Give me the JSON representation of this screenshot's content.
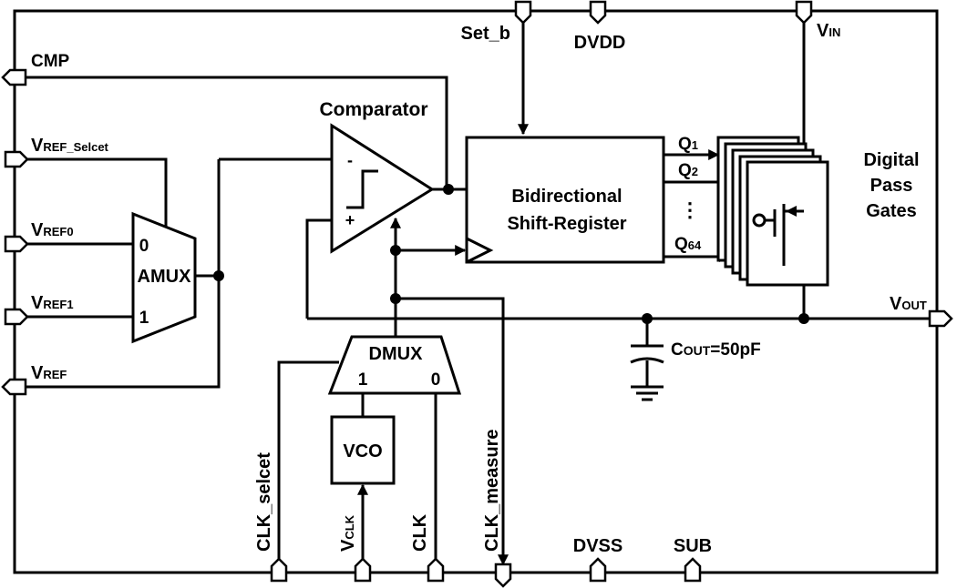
{
  "pins": {
    "cmp": {
      "main": "CMP"
    },
    "vref_select": {
      "main": "V",
      "sub": "REF_Selcet"
    },
    "vref0": {
      "main": "V",
      "sub": "REF0"
    },
    "vref1": {
      "main": "V",
      "sub": "REF1"
    },
    "vref": {
      "main": "V",
      "sub": "REF"
    },
    "set_b": {
      "main": "Set_b"
    },
    "dvdd": {
      "main": "DVDD"
    },
    "vin": {
      "main": "V",
      "sub": "IN"
    },
    "vout": {
      "main": "V",
      "sub": "OUT"
    },
    "clk_select": {
      "main": "CLK_selcet"
    },
    "vclk": {
      "main": "V",
      "sub": "CLK"
    },
    "clk": {
      "main": "CLK"
    },
    "clk_measure": {
      "main": "CLK_measure"
    },
    "dvss": {
      "main": "DVSS"
    },
    "sub": {
      "main": "SUB"
    }
  },
  "blocks": {
    "comparator": {
      "title": "Comparator",
      "minus": "-",
      "plus": "+"
    },
    "amux": {
      "label": "AMUX",
      "in0": "0",
      "in1": "1"
    },
    "dmux": {
      "label": "DMUX",
      "in1": "1",
      "in0": "0"
    },
    "vco": {
      "label": "VCO"
    },
    "shift_register": {
      "line1": "Bidirectional",
      "line2": "Shift-Register"
    },
    "pass_gates": {
      "line1": "Digital",
      "line2": "Pass",
      "line3": "Gates"
    }
  },
  "outputs": {
    "q1": {
      "main": "Q",
      "sub": "1"
    },
    "q2": {
      "main": "Q",
      "sub": "2"
    },
    "q_dots": "⋮",
    "q64": {
      "main": "Q",
      "sub": "64"
    }
  },
  "capacitor": {
    "main": "C",
    "sub": "OUT",
    "rest": "=50pF"
  }
}
